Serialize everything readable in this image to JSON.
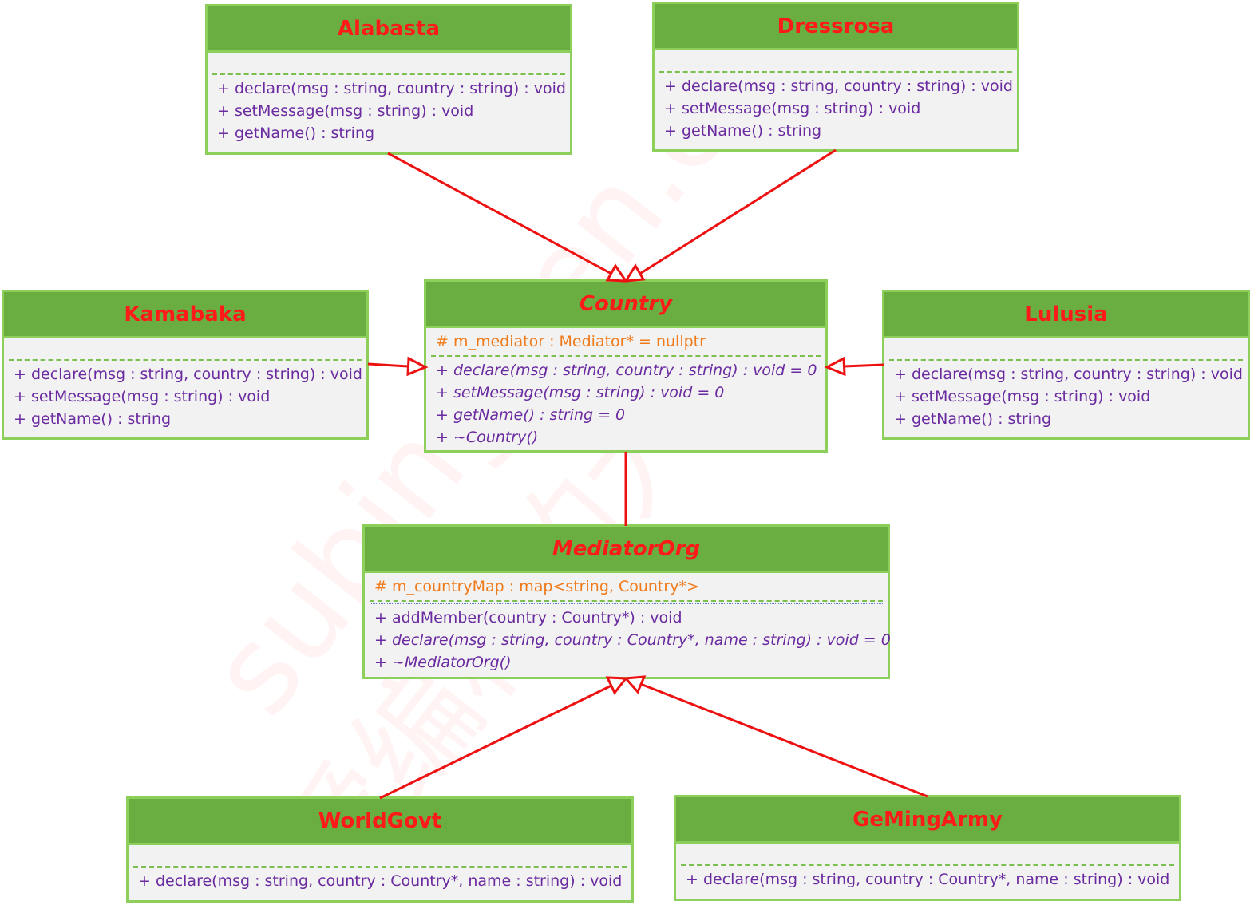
{
  "watermark": {
    "line1": "subingwen.cn",
    "line2": "爱编程的大丙"
  },
  "classes": {
    "alabasta": {
      "name": "Alabasta",
      "ops": [
        "+ declare(msg : string, country : string) : void",
        "+ setMessage(msg : string) : void",
        "+ getName() : string"
      ]
    },
    "dressrosa": {
      "name": "Dressrosa",
      "ops": [
        "+ declare(msg : string, country : string) : void",
        "+ setMessage(msg : string) : void",
        "+ getName() : string"
      ]
    },
    "kamabaka": {
      "name": "Kamabaka",
      "ops": [
        "+ declare(msg : string, country : string) : void",
        "+ setMessage(msg : string) : void",
        "+ getName() : string"
      ]
    },
    "country": {
      "name": "Country",
      "attrs": [
        "# m_mediator : Mediator* = nullptr"
      ],
      "ops": [
        "+ declare(msg : string, country : string) : void = 0",
        "+ setMessage(msg : string) : void = 0",
        "+ getName() : string = 0",
        "+ ~Country()"
      ]
    },
    "lulusia": {
      "name": "Lulusia",
      "ops": [
        "+ declare(msg : string, country : string) : void",
        "+ setMessage(msg : string) : void",
        "+ getName() : string"
      ]
    },
    "mediatororg": {
      "name": "MediatorOrg",
      "attrs": [
        "# m_countryMap : map<string, Country*>"
      ],
      "ops": [
        "+ addMember(country : Country*) : void",
        "+ declare(msg : string, country : Country*, name : string) : void = 0",
        "+ ~MediatorOrg()"
      ]
    },
    "worldgovt": {
      "name": "WorldGovt",
      "ops": [
        "+ declare(msg : string, country : Country*, name : string) : void"
      ]
    },
    "gemingarmy": {
      "name": "GeMingArmy",
      "ops": [
        "+ declare(msg : string, country : Country*, name : string) : void"
      ]
    }
  },
  "relations": [
    {
      "from": "alabasta",
      "to": "country",
      "type": "generalization"
    },
    {
      "from": "dressrosa",
      "to": "country",
      "type": "generalization"
    },
    {
      "from": "kamabaka",
      "to": "country",
      "type": "generalization"
    },
    {
      "from": "lulusia",
      "to": "country",
      "type": "generalization"
    },
    {
      "from": "country",
      "to": "mediatororg",
      "type": "association"
    },
    {
      "from": "worldgovt",
      "to": "mediatororg",
      "type": "generalization"
    },
    {
      "from": "gemingarmy",
      "to": "mediatororg",
      "type": "generalization"
    }
  ],
  "colors": {
    "header": "#6aad41",
    "border": "#8ccf5b",
    "class_name": "#ff1a1a",
    "attribute": "#f07a1a",
    "operation": "#6a2aa0",
    "edge": "#ee1111"
  }
}
